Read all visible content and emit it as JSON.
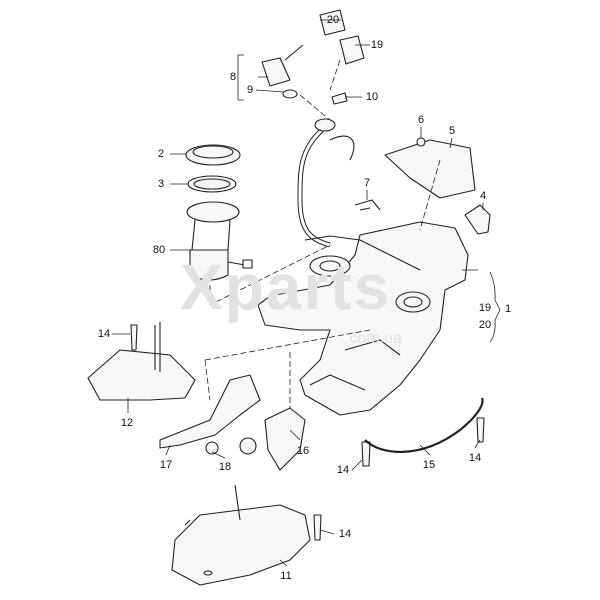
{
  "diagram": {
    "watermark": "Xparts",
    "watermark_domain": ".com.ua",
    "labels": [
      "20",
      "19",
      "8",
      "9",
      "10",
      "6",
      "5",
      "2",
      "3",
      "7",
      "4",
      "80",
      "19",
      "1",
      "20",
      "14",
      "12",
      "17",
      "18",
      "16",
      "14",
      "15",
      "14",
      "14",
      "11"
    ],
    "line_color": "#222222",
    "fill_color": "#f7f7f7"
  }
}
